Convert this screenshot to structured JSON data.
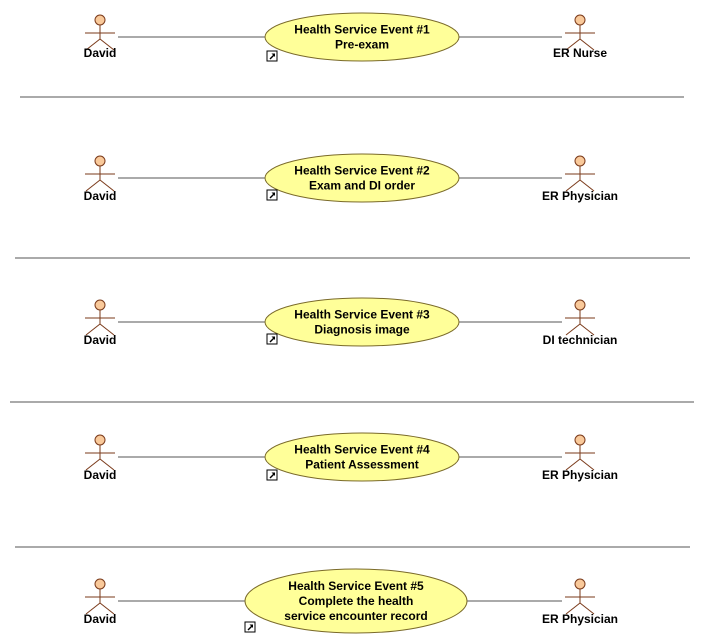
{
  "colors": {
    "actor_head": "#f9c99a",
    "actor_stroke": "#7a3a1a",
    "usecase_fill": "#ffff99",
    "usecase_stroke": "#7a6a2a",
    "line": "#555555",
    "separator": "#555555"
  },
  "icons": {
    "link": "hyperlink-arrow-icon"
  },
  "events": [
    {
      "title": "Health Service Event #1",
      "lines": [
        "Pre-exam"
      ],
      "left_actor": "David",
      "right_actor": "ER Nurse"
    },
    {
      "title": "Health Service Event #2",
      "lines": [
        "Exam and DI order"
      ],
      "left_actor": "David",
      "right_actor": "ER Physician"
    },
    {
      "title": "Health Service Event #3",
      "lines": [
        "Diagnosis image"
      ],
      "left_actor": "David",
      "right_actor": "DI technician"
    },
    {
      "title": "Health Service Event #4",
      "lines": [
        "Patient Assessment"
      ],
      "left_actor": "David",
      "right_actor": "ER Physician"
    },
    {
      "title": "Health Service Event #5",
      "lines": [
        "Complete the health",
        "service encounter record"
      ],
      "left_actor": "David",
      "right_actor": "ER Physician"
    }
  ]
}
